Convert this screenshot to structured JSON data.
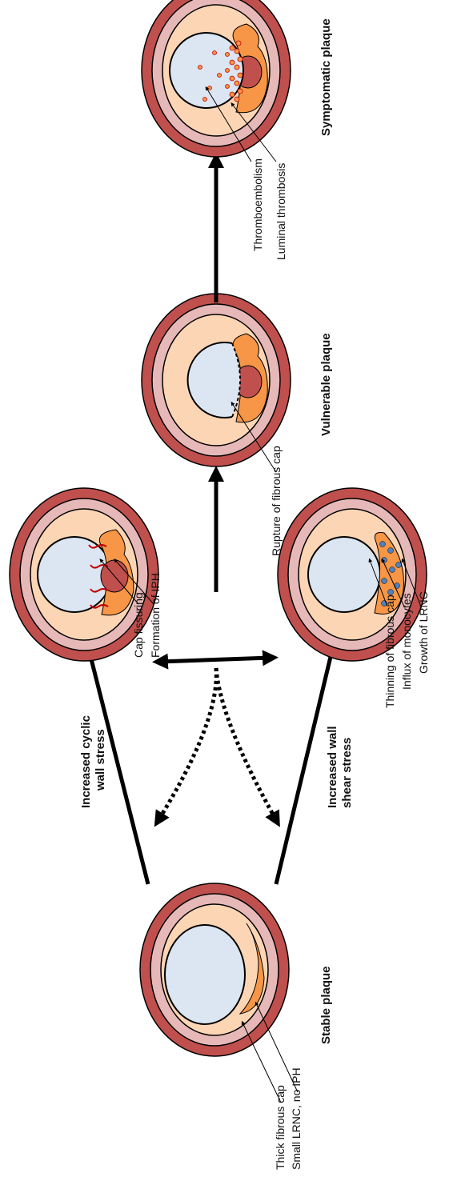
{
  "stages": {
    "stable": {
      "title": "Stable plaque",
      "notes": [
        "Thick fibrous cap",
        "Small LRNC, no IPH"
      ]
    },
    "cyclic": {
      "title_line1": "Increased cyclic",
      "title_line2": "wall stress",
      "notes": [
        "Cap fissuring",
        "Formation of IPH"
      ]
    },
    "shear": {
      "title_line1": "Increased wall",
      "title_line2": "shear stress",
      "notes": [
        "Thinning of fibrous cap",
        "Influx of monocytes",
        "Growth of LRNC"
      ]
    },
    "vulnerable": {
      "title": "Vulnerable plaque",
      "notes": [
        "Rupture of fibrous cap"
      ]
    },
    "symptomatic": {
      "title": "Symptomatic plaque",
      "notes": [
        "Thromboembolism",
        "Luminal thrombosis"
      ]
    }
  },
  "colors": {
    "adventitia": "#c0504d",
    "media": "#e6b9b8",
    "intima": "#fcd5b4",
    "plaque": "#f79646",
    "core": "#c0504d",
    "lumen": "#dce6f2",
    "monocyte": "#4f81bd",
    "thrombus": "#f79646"
  }
}
